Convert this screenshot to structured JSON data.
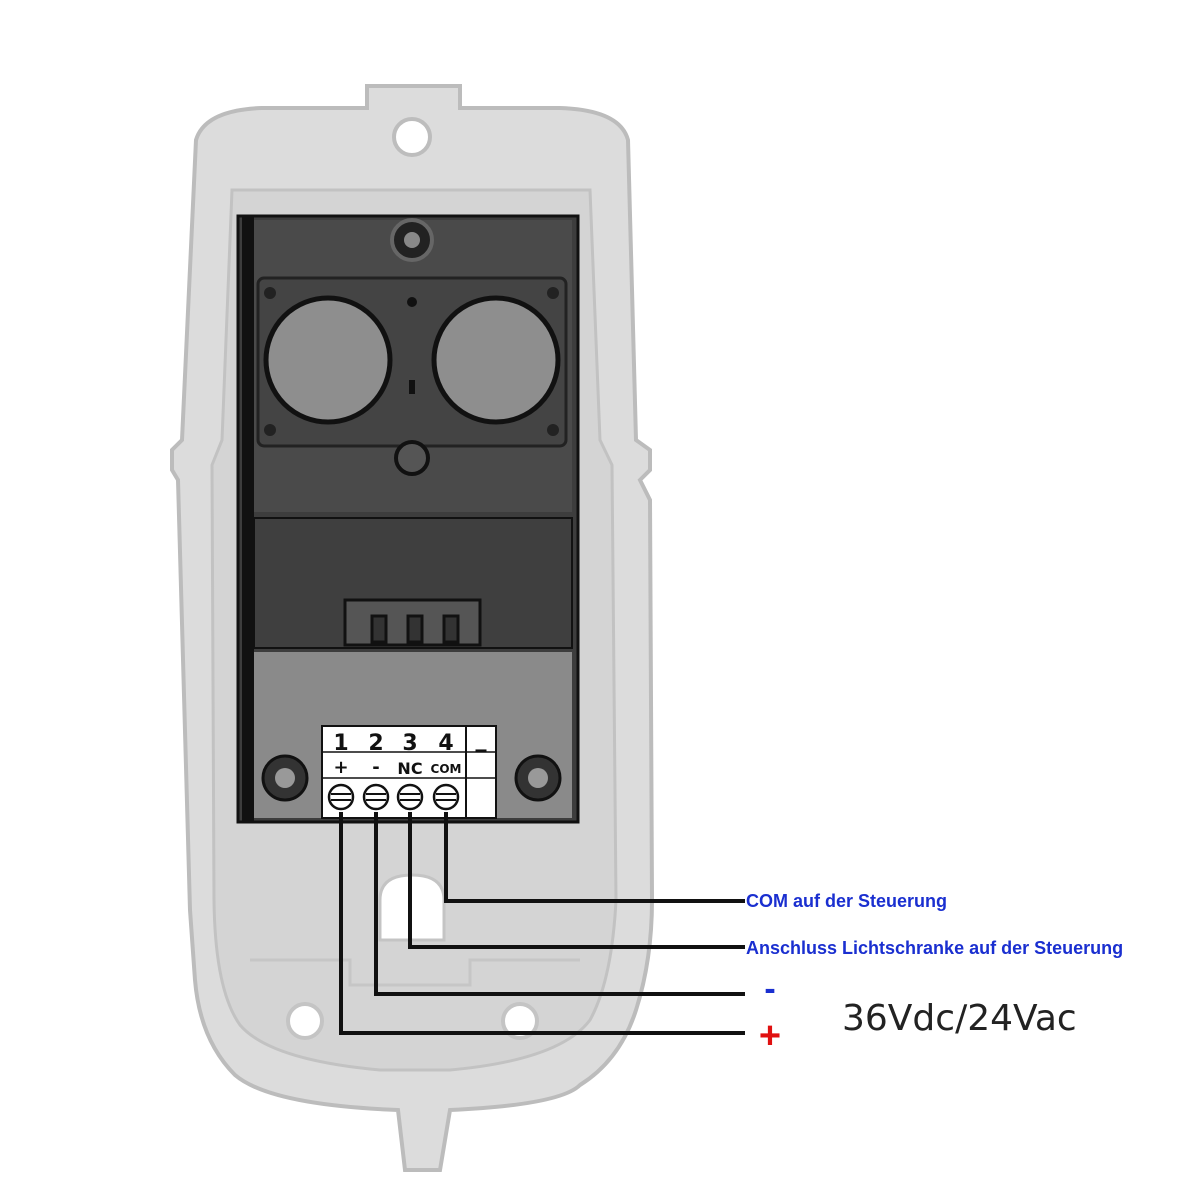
{
  "terminal_block": {
    "terminals": [
      {
        "number": "1",
        "signal": "+"
      },
      {
        "number": "2",
        "signal": "-"
      },
      {
        "number": "3",
        "signal": "NC"
      },
      {
        "number": "4",
        "signal": "COM"
      }
    ],
    "extra_mark": "_"
  },
  "connections": {
    "com_label": "COM auf der Steuerung",
    "nc_label": "Anschluss Lichtschranke auf der Steuerung",
    "minus_symbol": "-",
    "plus_symbol": "+",
    "supply_label": "36Vdc/24Vac"
  },
  "colors": {
    "label_blue": "#1a2fd0",
    "minus_blue": "#1a2fd0",
    "plus_red": "#e01010",
    "wire": "#111111"
  }
}
